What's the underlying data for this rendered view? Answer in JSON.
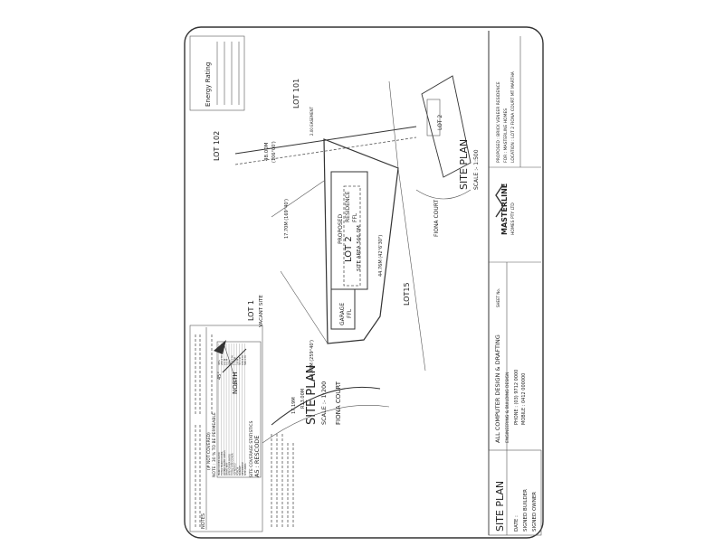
{
  "sheet": {
    "title_block": {
      "plan_title": "SITE PLAN",
      "date_label": "DATE :",
      "signed_builder": "SIGNED BUILDER",
      "signed_owner": "SIGNED OWNER",
      "firm_name": "ALL COMPUTER DESIGN & DRAFTING",
      "firm_sub": "ENGINEERING & BUILDING DESIGN",
      "phone": "PHONE : (03) 9712 0000",
      "mobile": "MOBILE : 0412 000000",
      "brand": "MASTERLINE",
      "brand_sub": "HOMES PTY LTD",
      "proposed": "PROPOSED : BRICK VENEER RESIDENCE",
      "for": "FOR : MASTERLINE HOMES",
      "location": "LOCATION : LOT 2 FIONA COURT MT MARTHA",
      "sheet_label": "SHEET No."
    },
    "rescode": {
      "heading": "A5 : RESCODE",
      "subheading": "SITE COVERAGE STATISTICS",
      "rows": [
        {
          "label": "SITE AREA",
          "value": "566.0 M"
        },
        {
          "label": "RESIDENCE",
          "value": "184.6 M"
        },
        {
          "label": "GARAGE",
          "value": "37.1 M"
        },
        {
          "label": "PORCH",
          "value": "3.9 M"
        },
        {
          "label": "ALFRESCO",
          "value": "17.6 M"
        },
        {
          "label": "TOTAL SITE COVER",
          "value": "243.2 M"
        },
        {
          "label": "SITE COVER RATIO",
          "value": "43%"
        },
        {
          "label": "DRIVE WAY",
          "value": "0.0 M"
        },
        {
          "label": "OTHER PAVED AREAS",
          "value": "0.0 M"
        },
        {
          "label": "TOTAL HARD COVER",
          "value": "243.2 M"
        },
        {
          "label": "HARD COVER RATIO",
          "value": "43%"
        }
      ],
      "note": "NOTE : 30 % TO BE PERMEABLE",
      "note2": "(# NOT COVERED)"
    },
    "notes_heading": "NOTES",
    "energy_rating": "Energy Rating",
    "main_plan": {
      "title": "SITE PLAN",
      "scale": "SCALE :- 1:200",
      "lot2": "LOT 2",
      "site_area": "SITE AREA 566.0M",
      "proposed": "PROPOSED",
      "residence": "RESIDENCE",
      "ffl": "FFL",
      "garage": "GARAGE",
      "garage_ffl": "FFL",
      "lot1": "LOT 1",
      "vacant": "VACANT SITE",
      "lot15": "LOT15",
      "lot101": "LOT 101",
      "lot102": "LOT 102",
      "road": "FIONA COURT",
      "dim_top": "48.00M",
      "dim_top_sub": "(106°00')",
      "dim_left": "17.70M (169°40')",
      "dim_right": "44.76M (42°6'30\")",
      "dim_bottom": "10.40M (259°40')",
      "arc": "R13.00M",
      "arc2": "17.19M",
      "easement": "2.00 EASEMENT",
      "north": "NORTH",
      "north_deg": "45°"
    },
    "key_plan": {
      "title": "SITE PLAN",
      "scale": "SCALE :- 1:500",
      "lot2": "LOT 2",
      "road": "FIONA COURT"
    }
  }
}
